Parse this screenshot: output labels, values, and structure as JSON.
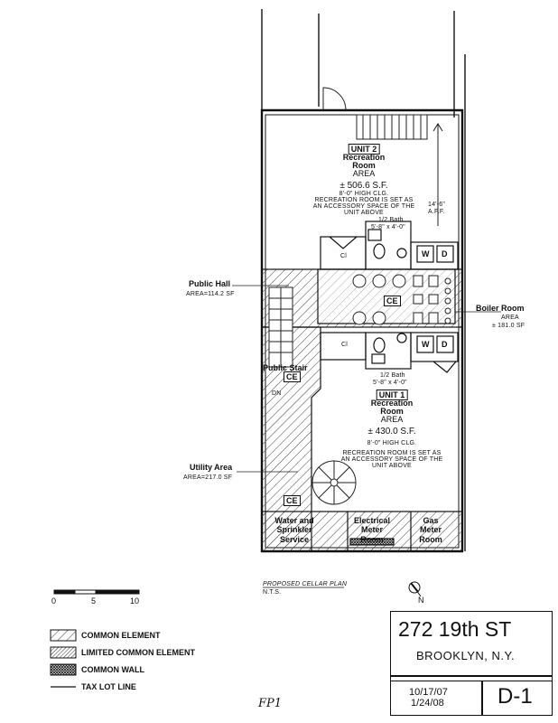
{
  "unit2": {
    "tag": "UNIT 2",
    "room_lines": [
      "Recreation",
      "Room"
    ],
    "area_word": "AREA",
    "area": "± 506.6 S.F.",
    "ceiling": "8'-0\" HIGH CLG.",
    "note": [
      "RECREATION ROOM IS SET AS",
      "AN ACCESSORY SPACE OF THE",
      "UNIT ABOVE"
    ],
    "bath": "1/2 Bath",
    "bath_dim": "5'-8\" x 4'-0\"",
    "elev": [
      "14'-6\"",
      "A.F.F."
    ]
  },
  "unit1": {
    "tag": "UNIT 1",
    "room_lines": [
      "Recreation",
      "Room"
    ],
    "area_word": "AREA",
    "area": "± 430.0 S.F.",
    "ceiling": "8'-0\" HIGH CLG.",
    "note": [
      "RECREATION ROOM IS SET AS",
      "AN ACCESSORY SPACE OF THE",
      "UNIT ABOVE"
    ],
    "bath": "1/2 Bath",
    "bath_dim": "5'-8\" x 4'-0\""
  },
  "public_hall": {
    "name": "Public Hall",
    "area": "AREA=114.2 SF"
  },
  "boiler_room": {
    "name": "Boiler Room",
    "area_word": "AREA",
    "area": "± 181.0 SF"
  },
  "utility_area": {
    "name": "Utility Area",
    "area": "AREA=217.0 SF"
  },
  "public_stair": "Public Stair",
  "ce_label": "CE",
  "cl_label": "Cl",
  "w_label": "W",
  "d_label": "D",
  "dn_label": "DN",
  "water": [
    "Water and",
    "Sprinkler",
    "Service"
  ],
  "electric": [
    "Electrical",
    "Meter",
    "Room"
  ],
  "gas": [
    "Gas",
    "Meter",
    "Room"
  ],
  "plan_title": "PROPOSED CELLAR PLAN",
  "plan_scale": "N.T.S.",
  "north": "N",
  "scale_bar": [
    "0",
    "5",
    "10"
  ],
  "legend": [
    {
      "label": "COMMON ELEMENT"
    },
    {
      "label": "LIMITED COMMON ELEMENT"
    },
    {
      "label": "COMMON WALL"
    },
    {
      "label": "TAX LOT LINE"
    }
  ],
  "title_block": {
    "address": "272 19th ST",
    "city": "BROOKLYN, N.Y.",
    "date1": "10/17/07",
    "date2": "1/24/08",
    "sheet": "D-1"
  },
  "handwritten": "FP1"
}
